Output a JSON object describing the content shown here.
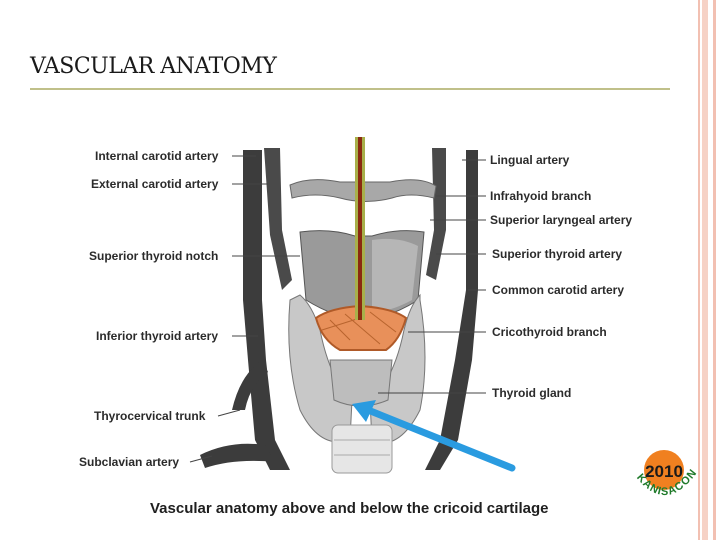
{
  "slide": {
    "title": "VASCULAR ANATOMY"
  },
  "figure": {
    "labels_left": [
      "Internal carotid artery",
      "External carotid artery",
      "Superior thyroid notch",
      "Inferior thyroid artery",
      "Thyrocervical trunk",
      "Subclavian artery"
    ],
    "labels_right": [
      "Lingual artery",
      "Infrahyoid branch",
      "Superior laryngeal artery",
      "Superior thyroid artery",
      "Common carotid artery",
      "Cricothyroid branch",
      "Thyroid gland"
    ],
    "caption": "Vascular anatomy above and below the cricoid cartilage",
    "highlight_color": "#e8905a",
    "needle_color": "#a8b04a",
    "arrow_color": "#2a9be0"
  },
  "logo": {
    "year": "2010",
    "text": "KANISACON"
  }
}
